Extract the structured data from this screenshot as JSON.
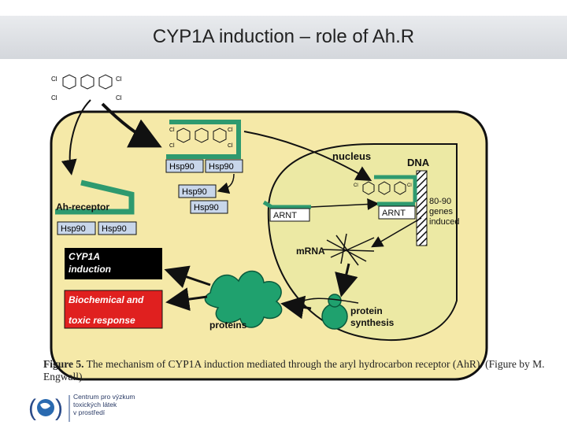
{
  "slide": {
    "title": "CYP1A induction – role of Ah.R"
  },
  "diagram": {
    "nucleus_label": "nucleus",
    "dna_label": "DNA",
    "arnt_label": "ARNT",
    "arnt_label_2": "ARNT",
    "hsp90": "Hsp90",
    "ah_receptor_label": "Ah-receptor",
    "genes_induced": [
      "80-90",
      "genes",
      "induced"
    ],
    "mrna_label": "mRNA",
    "protein_synthesis": [
      "protein",
      "synthesis"
    ],
    "proteins_label": "proteins",
    "cyp1a_box": [
      "CYP1A",
      "induction"
    ],
    "response_box": [
      "Biochemical and",
      "toxic response"
    ],
    "cl": "Cl",
    "colors": {
      "cell": "#f5e9a8",
      "nucleus": "#ece9a4",
      "receptor_green": "#2e9a6f",
      "protein_green": "#1fa16e",
      "hsp_box": "#c8d6ea",
      "response_red": "#e0201f",
      "cyp_black": "#000000"
    }
  },
  "caption": {
    "figure_label": "Figure 5.",
    "text": " The mechanism of CYP1A induction mediated through the aryl hydrocarbon receptor (AhR). (Figure by M. Engwall)."
  },
  "logo": {
    "text": "Centrum pro výzkum\ntoxických látek\nv prostředí"
  }
}
